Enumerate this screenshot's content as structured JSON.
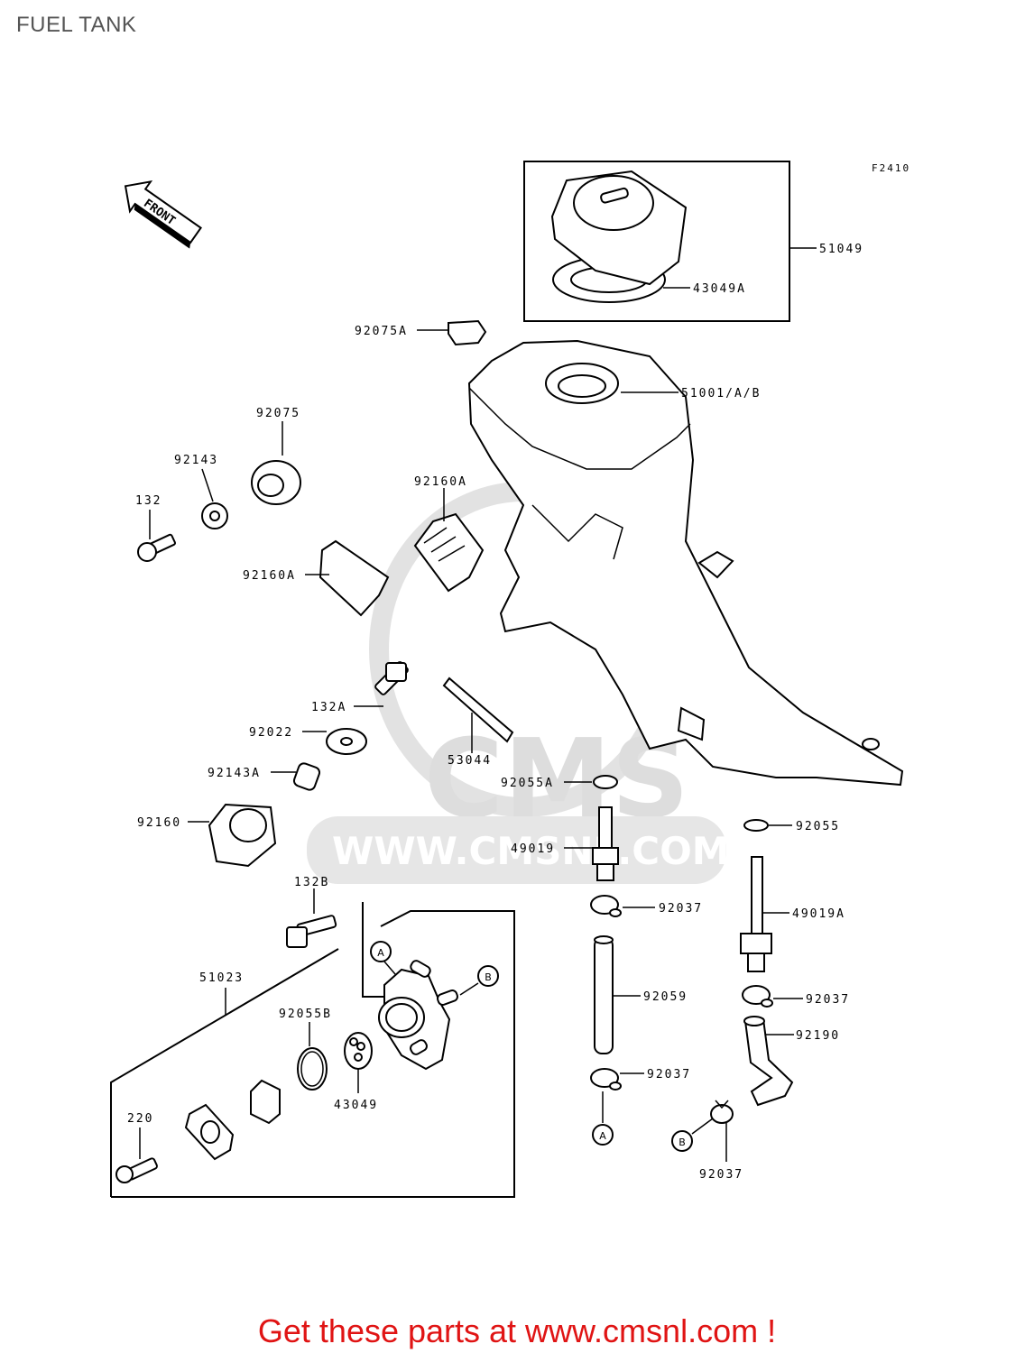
{
  "title": "FUEL TANK",
  "diagram_code": "F2410",
  "front_label": "FRONT",
  "watermark": "WWW.CMSNL.COM",
  "watermark_logo": "CMS",
  "call_to_action": "Get these parts at www.cmsnl.com !",
  "colors": {
    "cta": "#e01414",
    "title": "#555555",
    "watermark": "#dddddd"
  },
  "callouts": [
    {
      "id": "51049",
      "text": "51049"
    },
    {
      "id": "43049A",
      "text": "43049A"
    },
    {
      "id": "92075A",
      "text": "92075A"
    },
    {
      "id": "51001",
      "text": "51001/A/B"
    },
    {
      "id": "92075",
      "text": "92075"
    },
    {
      "id": "92143",
      "text": "92143"
    },
    {
      "id": "132",
      "text": "132"
    },
    {
      "id": "92160A_1",
      "text": "92160A"
    },
    {
      "id": "92160A_2",
      "text": "92160A"
    },
    {
      "id": "132A",
      "text": "132A"
    },
    {
      "id": "92022",
      "text": "92022"
    },
    {
      "id": "53044",
      "text": "53044"
    },
    {
      "id": "92143A",
      "text": "92143A"
    },
    {
      "id": "92055A",
      "text": "92055A"
    },
    {
      "id": "92160",
      "text": "92160"
    },
    {
      "id": "49019",
      "text": "49019"
    },
    {
      "id": "92055",
      "text": "92055"
    },
    {
      "id": "132B",
      "text": "132B"
    },
    {
      "id": "92037_1",
      "text": "92037"
    },
    {
      "id": "49019A",
      "text": "49019A"
    },
    {
      "id": "51023",
      "text": "51023"
    },
    {
      "id": "92059",
      "text": "92059"
    },
    {
      "id": "92037_2",
      "text": "92037"
    },
    {
      "id": "92055B",
      "text": "92055B"
    },
    {
      "id": "92190",
      "text": "92190"
    },
    {
      "id": "92037_3",
      "text": "92037"
    },
    {
      "id": "43049",
      "text": "43049"
    },
    {
      "id": "220",
      "text": "220"
    },
    {
      "id": "92037_4",
      "text": "92037"
    }
  ],
  "connectors": {
    "a": "A",
    "b": "B"
  }
}
